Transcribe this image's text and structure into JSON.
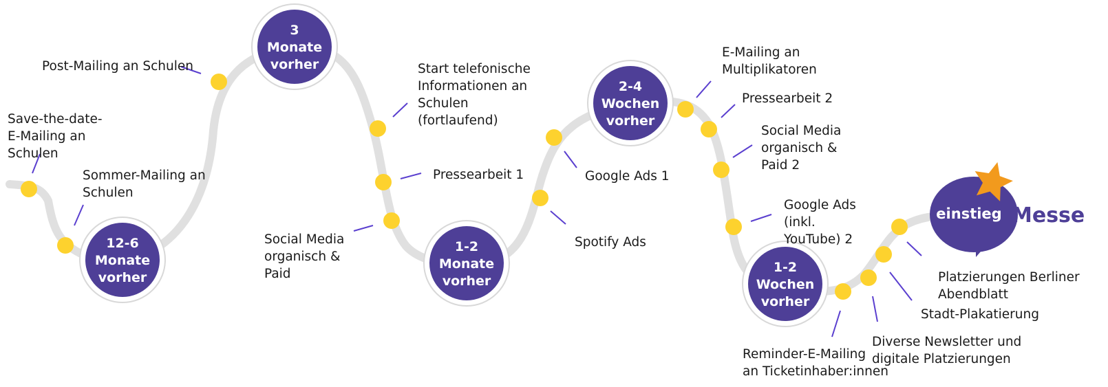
{
  "colors": {
    "path": "#e0e0e0",
    "node": "#4e3f97",
    "node_ring": "#d8d8d8",
    "dot": "#fdd22e",
    "connector": "#5a3fcf",
    "star": "#f29a1d",
    "text": "#1a1a1a"
  },
  "stages": [
    {
      "lines": [
        "12-6",
        "Monate",
        "vorher"
      ]
    },
    {
      "lines": [
        "3",
        "Monate",
        "vorher"
      ]
    },
    {
      "lines": [
        "1-2",
        "Monate",
        "vorher"
      ]
    },
    {
      "lines": [
        "2-4",
        "Wochen",
        "vorher"
      ]
    },
    {
      "lines": [
        "1-2",
        "Wochen",
        "vorher"
      ]
    }
  ],
  "milestones": [
    {
      "lines": [
        "Save-the-date-",
        "E-Mailing an",
        "Schulen"
      ]
    },
    {
      "lines": [
        "Sommer-Mailing an",
        "Schulen"
      ]
    },
    {
      "lines": [
        "Post-Mailing an Schulen"
      ]
    },
    {
      "lines": [
        "Start telefonische",
        "Informationen an",
        "Schulen",
        "(fortlaufend)"
      ]
    },
    {
      "lines": [
        "Pressearbeit 1"
      ]
    },
    {
      "lines": [
        "Social Media",
        "organisch &",
        "Paid"
      ]
    },
    {
      "lines": [
        "Google Ads 1"
      ]
    },
    {
      "lines": [
        "Spotify Ads"
      ]
    },
    {
      "lines": [
        "E-Mailing an",
        "Multiplikatoren"
      ]
    },
    {
      "lines": [
        "Pressearbeit 2"
      ]
    },
    {
      "lines": [
        "Social Media",
        "organisch &",
        "Paid 2"
      ]
    },
    {
      "lines": [
        "Google Ads",
        "(inkl.",
        "YouTube) 2"
      ]
    },
    {
      "lines": [
        "Reminder-E-Mailing",
        "an Ticketinhaber:innen"
      ]
    },
    {
      "lines": [
        "Diverse Newsletter und",
        "digitale Platzierungen"
      ]
    },
    {
      "lines": [
        "Stadt-Plakatierung"
      ]
    },
    {
      "lines": [
        "Platzierungen Berliner",
        "Abendblatt"
      ]
    }
  ],
  "brand": {
    "logo_word": "einstieg",
    "logo_suffix": "Messe",
    "icon": "star-icon"
  }
}
